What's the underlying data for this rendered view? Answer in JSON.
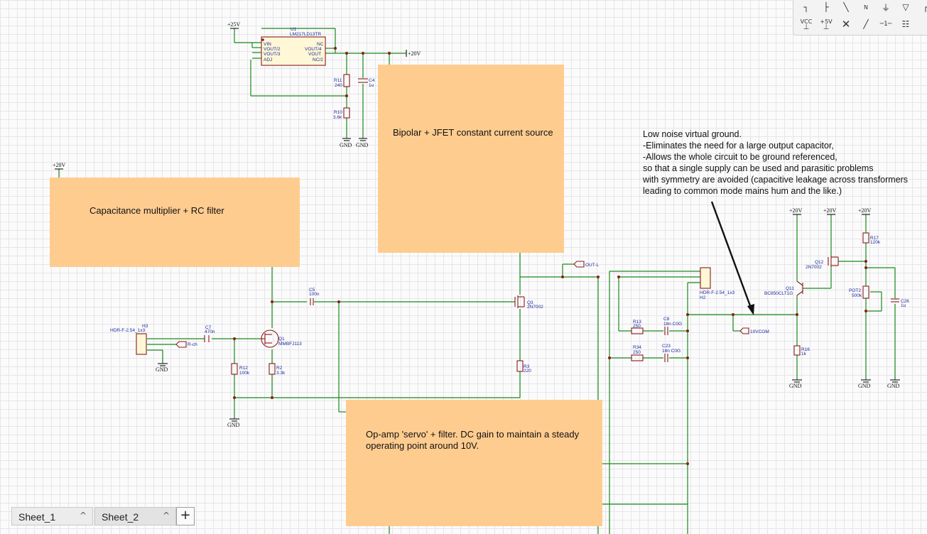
{
  "palette": {
    "tools": [
      "wire-tool-icon",
      "bus-entry-icon",
      "line-icon",
      "net-label-icon",
      "power-ground-icon",
      "global-label-icon",
      "border-icon",
      "vcc-symbol",
      "plus5v-symbol",
      "no-connect-icon",
      "pencil-icon",
      "pin-number-icon",
      "hierarchical-sheet-icon"
    ],
    "vcc_label": "VCC",
    "plus5v_label": "+5V",
    "n_label": "N"
  },
  "notes": {
    "bipolar": "Bipolar + JFET constant current source",
    "capmult": "Capacitance multiplier + RC filter",
    "opamp": "Op-amp 'servo' + filter. DC gain to maintain a steady\noperating point around 10V."
  },
  "annotation": "Low noise virtual ground.\n-Eliminates the need for a large output capacitor,\n-Allows the whole circuit to be ground referenced,\nso that a single supply can be used and parasitic problems\nwith symmetry are avoided (capacitive leakage across transformers\nleading to common mode mains hum and the like.)",
  "power": {
    "p25": "+25V",
    "p20": "+20V",
    "gnd": "GND"
  },
  "regulator": {
    "ref": "U1",
    "value": "LM217LD13TR",
    "pins_left": [
      "VIN",
      "VOUT/2",
      "VOUT/3",
      "ADJ"
    ],
    "pins_right": [
      "NC",
      "VOUT/4",
      "VOUT",
      "NC/2"
    ]
  },
  "parts": {
    "R11": "R11",
    "R11v": "240",
    "C4": "C4",
    "C4v": "1u",
    "R10": "R10",
    "R10v": "3.6k",
    "H3": "H3",
    "H3v": "HDR-F-2.54_1x3",
    "C7": "C7",
    "C7v": "470n",
    "Q1": "Q1",
    "Q1v": "MMBFJ113",
    "R12": "R12",
    "R12v": "100k",
    "R2": "R2",
    "R2v": "3.3k",
    "C5": "C5",
    "C5v": "100n",
    "Q3": "Q3",
    "Q3v": "2N7002",
    "R3": "R3",
    "R3v": "220",
    "H2": "H2",
    "H2v": "HDR-F-2.54_1x3",
    "R13": "R13",
    "R13v": "250",
    "C8": "C8",
    "C8v": "18n C0G",
    "R34": "R34",
    "R34v": "250",
    "C23": "C23",
    "C23v": "18n C0G",
    "Q11": "Q11",
    "Q11v": "BC850CLT1G",
    "Q12": "Q12",
    "Q12v": "2N7002",
    "R16": "R16",
    "R16v": "1k",
    "R17": "R17",
    "R17v": "120k",
    "POT2": "POT2",
    "POT2v": "500k",
    "C26": "C26",
    "C26v": "1u"
  },
  "netlabels": {
    "rch": "R-ch",
    "outl": "OUT-L",
    "vcom": "10VCOM"
  },
  "sheets": [
    "Sheet_1",
    "Sheet_2"
  ],
  "add_sheet": "+",
  "tab_chevron": "^"
}
